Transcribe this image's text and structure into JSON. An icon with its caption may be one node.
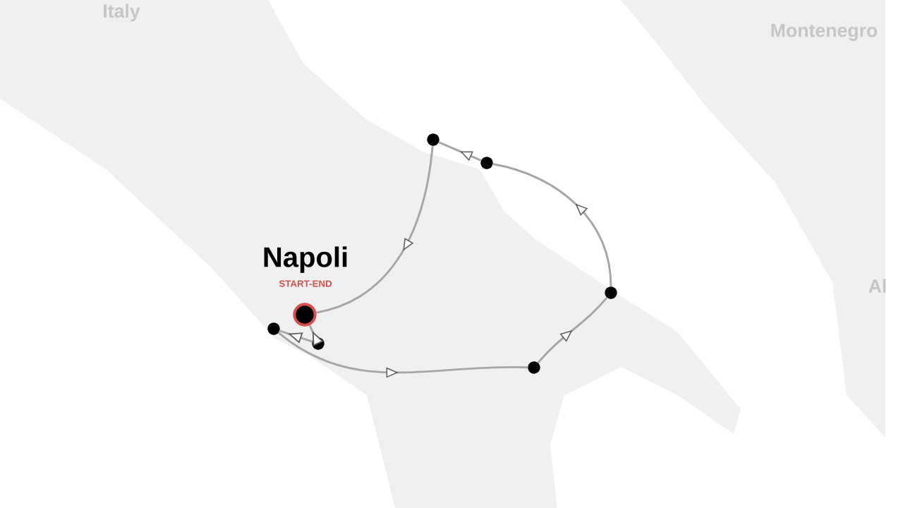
{
  "diagram": {
    "nodes": [
      {
        "text": [],
        "shape": "circle",
        "beside": [
          "Napoli",
          "START-END"
        ]
      },
      {
        "text": [],
        "shape": "circle"
      },
      {
        "text": [],
        "shape": "circle"
      },
      {
        "text": [],
        "shape": "circle"
      },
      {
        "text": [],
        "shape": "circle"
      },
      {
        "text": [],
        "shape": "circle"
      },
      {
        "text": [],
        "shape": "circle"
      }
    ],
    "edges": [
      {
        "from": 1,
        "to": 0,
        "arrow": "to"
      },
      {
        "from": 1,
        "to": 2,
        "arrow": "to"
      },
      {
        "from": 2,
        "to": 3,
        "arrow": "to"
      },
      {
        "from": 3,
        "to": 4,
        "arrow": "to"
      },
      {
        "from": 4,
        "to": 5,
        "arrow": "to"
      },
      {
        "from": 5,
        "to": 6,
        "arrow": "to"
      },
      {
        "from": 6,
        "to": 0,
        "arrow": "to"
      }
    ],
    "labels": [
      "Italy",
      "Montenegro",
      "Al"
    ]
  }
}
